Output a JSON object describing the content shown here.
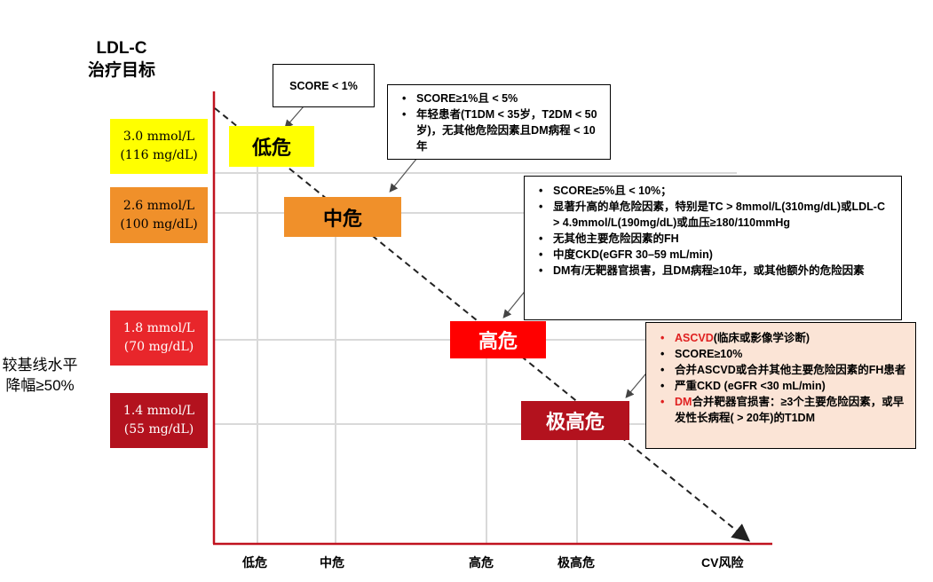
{
  "title_lines": [
    "LDL-C",
    "治疗目标"
  ],
  "side_note": "较基线水平降幅≥50%",
  "colors": {
    "yellow": "#ffff00",
    "orange": "#f0902a",
    "red": "#e8262b",
    "darkred": "#b3121e",
    "high_red": "#ff0000",
    "callout_bg": "#fbe4d6"
  },
  "targets": [
    {
      "line1": "3.0 mmol/L",
      "line2": "(116 mg/dL)"
    },
    {
      "line1": "2.6 mmol/L",
      "line2": "(100 mg/dL)"
    },
    {
      "line1": "1.8 mmol/L",
      "line2": "(70 mg/dL)"
    },
    {
      "line1": "1.4 mmol/L",
      "line2": "(55 mg/dL)"
    }
  ],
  "risk_labels": [
    "低危",
    "中危",
    "高危",
    "极高危"
  ],
  "x_axis_labels": [
    "低危",
    "中危",
    "高危",
    "极高危",
    "CV风险"
  ],
  "callouts": {
    "low": "SCORE < 1%",
    "moderate": [
      "SCORE≥1%且 < 5%",
      "年轻患者(T1DM < 35岁，T2DM < 50岁)，无其他危险因素且DM病程 < 10年"
    ],
    "high": [
      "SCORE≥5%且 < 10%；",
      "显著升高的单危险因素，特别是TC > 8mmol/L(310mg/dL)或LDL-C > 4.9mmol/L(190mg/dL)或血压≥180/110mmHg",
      "无其他主要危险因素的FH",
      "中度CKD(eGFR 30–59 mL/min)",
      "DM有/无靶器官损害，且DM病程≥10年，或其他额外的危险因素"
    ],
    "very_high": {
      "item1_red": "ASCVD",
      "item1_rest": "(临床或影像学诊断)",
      "item2": "SCORE≥10%",
      "item3": "合并ASCVD或合并其他主要危险因素的FH患者",
      "item4": "严重CKD (eGFR <30 mL/min)",
      "item5_red": "DM",
      "item5_rest": "合并靶器官损害：≥3个主要危险因素，或早发性长病程( > 20年)的T1DM"
    }
  }
}
